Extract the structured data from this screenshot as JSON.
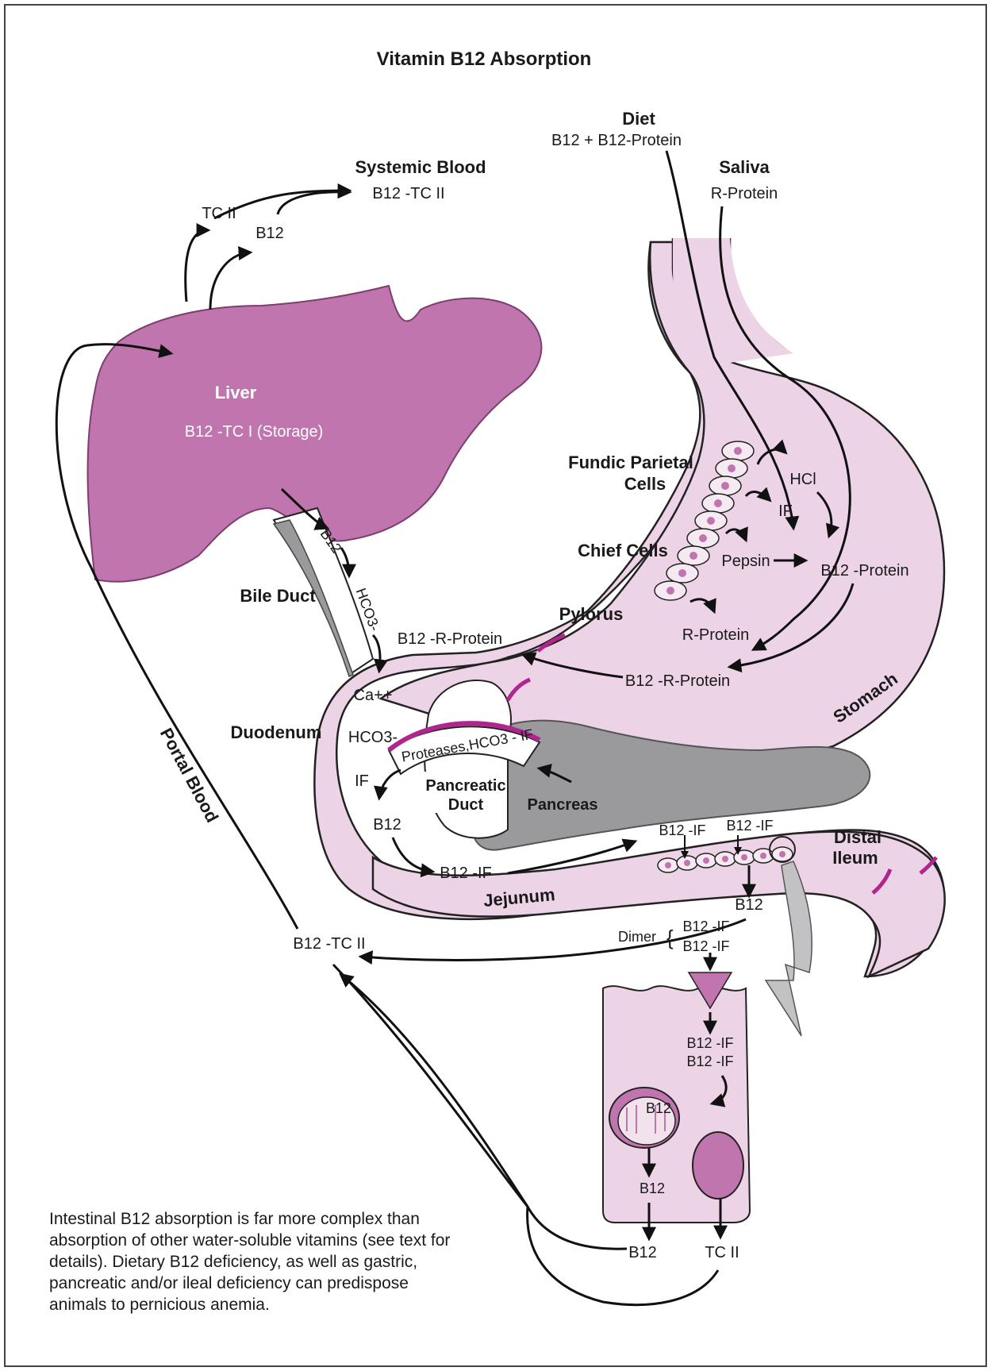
{
  "title": "Vitamin B12 Absorption",
  "labels": {
    "diet": "Diet",
    "diet_sub": "B12 + B12-Protein",
    "saliva": "Saliva",
    "saliva_sub": "R-Protein",
    "systemic_blood": "Systemic Blood",
    "systemic_sub": "B12 -TC II",
    "tc2_top": "TC II",
    "b12_top": "B12",
    "liver": "Liver",
    "liver_sub": "B12 -TC I (Storage)",
    "fundic": "Fundic Parietal",
    "fundic2": "Cells",
    "hcl": "HCl",
    "if1": "IF",
    "chief": "Chief Cells",
    "pepsin": "Pepsin",
    "b12_protein": "B12 -Protein",
    "r_protein": "R-Protein",
    "pylorus": "Pylorus",
    "b12_r_protein_stomach": "B12 -R-Protein",
    "b12_r_protein_duod": "B12 -R-Protein",
    "stomach": "Stomach",
    "bile_duct": "Bile Duct",
    "bile_b12": "B12",
    "hco3_bile": "HCO3-",
    "ca": "Ca++",
    "duodenum": "Duodenum",
    "hco3": "HCO3-",
    "if_duod": "IF",
    "b12_duod": "B12",
    "proteases": "Proteases,HCO3 - IF",
    "pancreatic_duct": "Pancreatic",
    "pancreatic_duct2": "Duct",
    "pancreas": "Pancreas",
    "b12_if_jej": "B12 -IF",
    "jejunum": "Jejunum",
    "b12_if_ileum1": "B12 -IF",
    "b12_if_ileum2": "B12 -IF",
    "distal": "Distal",
    "ileum": "Ileum",
    "b12_ileum": "B12",
    "dimer": "Dimer",
    "dimer_1": "B12 -IF",
    "dimer_2": "B12 -IF",
    "cell_if1": "B12 -IF",
    "cell_if2": "B12 -IF",
    "mito_b12": "B12",
    "cell_b12": "B12",
    "out_b12": "B12",
    "out_tc2": "TC II",
    "portal_tc2": "B12 -TC II",
    "portal_blood": "Portal Blood"
  },
  "caption": "Intestinal B12 absorption is far more complex than absorption of other water-soluble vitamins (see text for details). Dietary B12 deficiency, as well as gastric, pancreatic and/or ileal deficiency can predispose animals to pernicious anemia.",
  "colors": {
    "liver": "#c175ae",
    "tract": "#ecd3e6",
    "pancreas": "#9a9a9c",
    "accent": "#b1258f"
  }
}
